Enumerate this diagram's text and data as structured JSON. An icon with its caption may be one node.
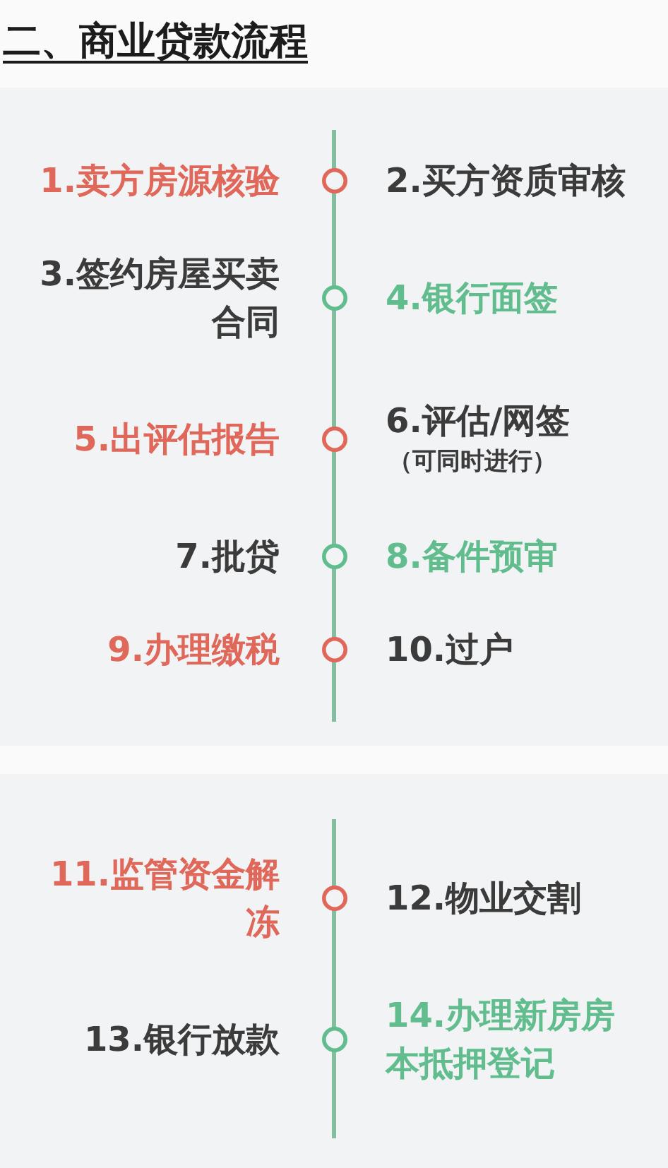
{
  "diagram": {
    "title": "二、商业贷款流程",
    "labels": [
      "1.卖方房源核验",
      "2.买方资质审核",
      "3.签约房屋买卖合同",
      "4.银行面签",
      "5.出评估报告",
      "6.评估/网签",
      "（可同时进行）",
      "7.批贷",
      "8.备件预审",
      "9.办理缴税",
      "10.过户",
      "11.监管资金解冻",
      "12.物业交割",
      "13.银行放款",
      "14.办理新房房本抵押登记"
    ]
  }
}
